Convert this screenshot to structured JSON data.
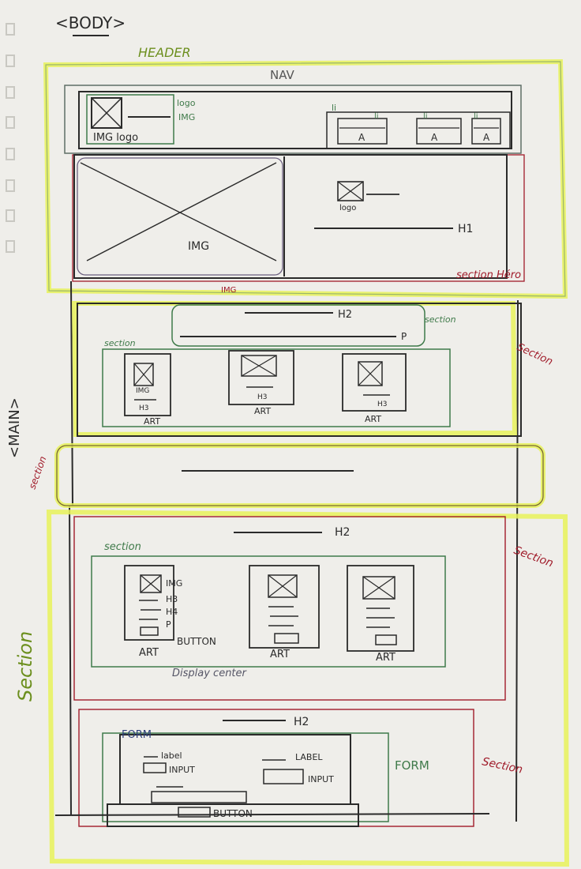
{
  "colors": {
    "paper": "#efeeea",
    "pen": "#2a2a2a",
    "highlight_yellow": "#e8f25a",
    "green": "#3f7a4a",
    "red": "#a01b2a",
    "olive": "#6c8f1e",
    "blue": "#2d3f7a"
  },
  "labels": {
    "body": "<BODY>",
    "header": "HEADER",
    "nav": "NAV",
    "img_logo": "IMG logo",
    "logo_img_note_1": "logo",
    "logo_img_note_2": "IMG",
    "li": "li",
    "a": "A",
    "hero_img": "IMG",
    "hero_img_caption": "IMG",
    "hero_logo": "logo",
    "h1": "H1",
    "section_hero": "section Héro",
    "main": "<MAIN>",
    "h2": "H2",
    "p": "P",
    "section": "section",
    "section_right": "Section",
    "img_small": "IMG",
    "h3": "H3",
    "art": "ART",
    "section_left_yellow": "Section",
    "articles_note_img": "IMG",
    "articles_note_h3": "H3",
    "articles_note_h4": "H4",
    "articles_note_p": "P",
    "articles_note_button": "BUTTON",
    "display_center": "Display center",
    "form": "FORM",
    "form_right": "FORM",
    "label_left": "label",
    "label_right": "LABEL",
    "input_left": "INPUT",
    "input_right": "INPUT",
    "form_button": "BUTTON",
    "section_form": "Section"
  }
}
